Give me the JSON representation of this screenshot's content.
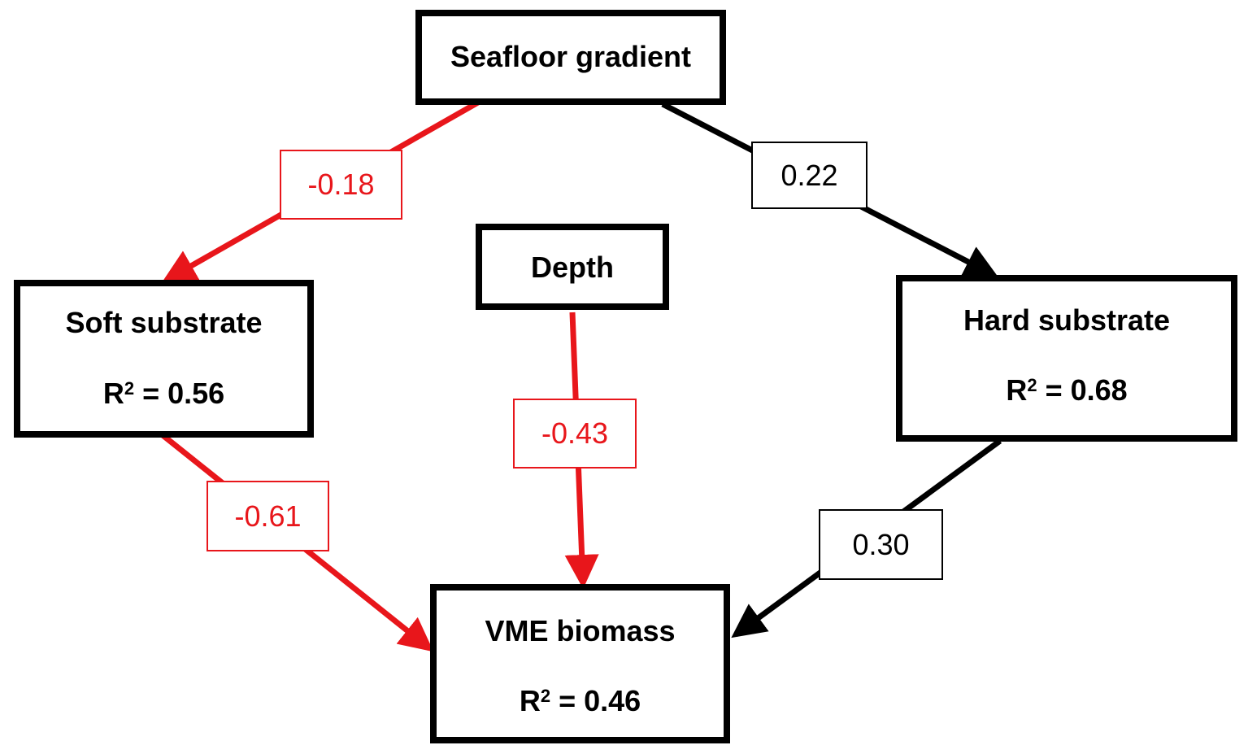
{
  "nodes": {
    "seafloor_gradient": {
      "label": "Seafloor gradient"
    },
    "depth": {
      "label": "Depth"
    },
    "soft_substrate": {
      "label": "Soft substrate",
      "r2_label": "R",
      "r2_value": " = 0.56"
    },
    "hard_substrate": {
      "label": "Hard substrate",
      "r2_label": "R",
      "r2_value": " = 0.68"
    },
    "vme_biomass": {
      "label": "VME biomass",
      "r2_label": "R",
      "r2_value": " = 0.46"
    },
    "r2_exponent": "2"
  },
  "paths": {
    "gradient_to_soft": {
      "value": "-0.18",
      "sign": "negative"
    },
    "gradient_to_hard": {
      "value": "0.22",
      "sign": "positive"
    },
    "depth_to_vme": {
      "value": "-0.43",
      "sign": "negative"
    },
    "soft_to_vme": {
      "value": "-0.61",
      "sign": "negative"
    },
    "hard_to_vme": {
      "value": "0.30",
      "sign": "positive"
    }
  },
  "colors": {
    "negative": "#e8161b",
    "positive": "#000000"
  }
}
